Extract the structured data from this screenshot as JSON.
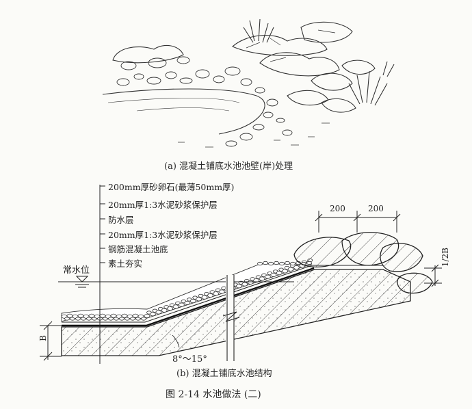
{
  "captions": {
    "sub_a": "(a) 混凝土铺底水池池壁(岸)处理",
    "sub_b": "(b) 混凝土铺底水池结构",
    "figure": "图 2-14    水池做法 (二)"
  },
  "layers": [
    "200mm厚砂卵石(最薄50mm厚)",
    "20mm厚1:3水泥砂浆保护层",
    "防水层",
    "20mm厚1:3水泥砂浆保护层",
    "钢筋混凝土池底",
    "素土夯实"
  ],
  "labels": {
    "water_level": "常水位",
    "slope": "8°～15°",
    "dim_left": "200",
    "dim_right": "200",
    "dim_half_b": "1/2B",
    "dim_b": "B"
  }
}
